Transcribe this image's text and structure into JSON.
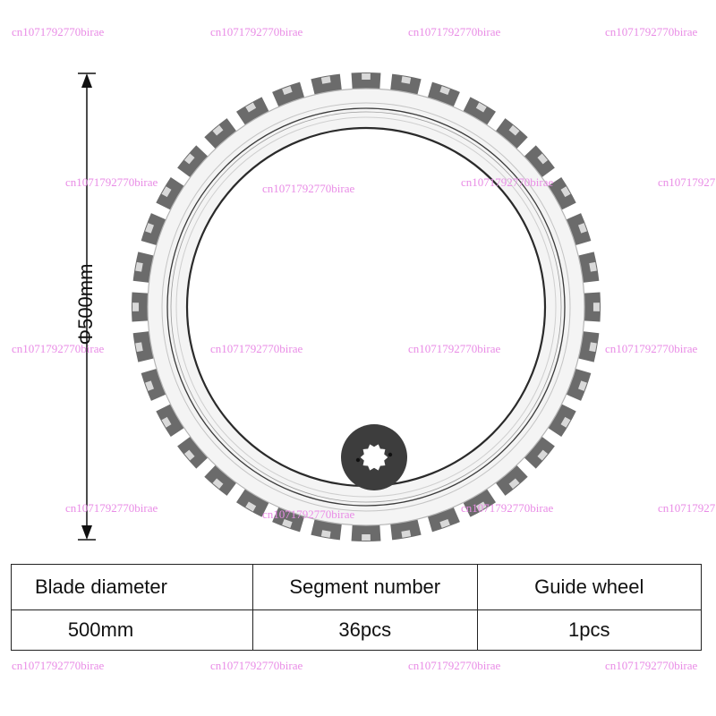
{
  "drawing": {
    "dimension_label": "Φ500mm",
    "segment_count": 36
  },
  "spec_table": {
    "headers": [
      "Blade diameter",
      "Segment number",
      "Guide wheel"
    ],
    "values": [
      "500mm",
      "36pcs",
      "1pcs"
    ]
  },
  "watermark": "cn1071792770birae",
  "colors": {
    "segment": "#6b6b6b",
    "blade_body": "#f2f2f2",
    "hub": "#3d3d3d",
    "watermark": "#e98ce6"
  }
}
